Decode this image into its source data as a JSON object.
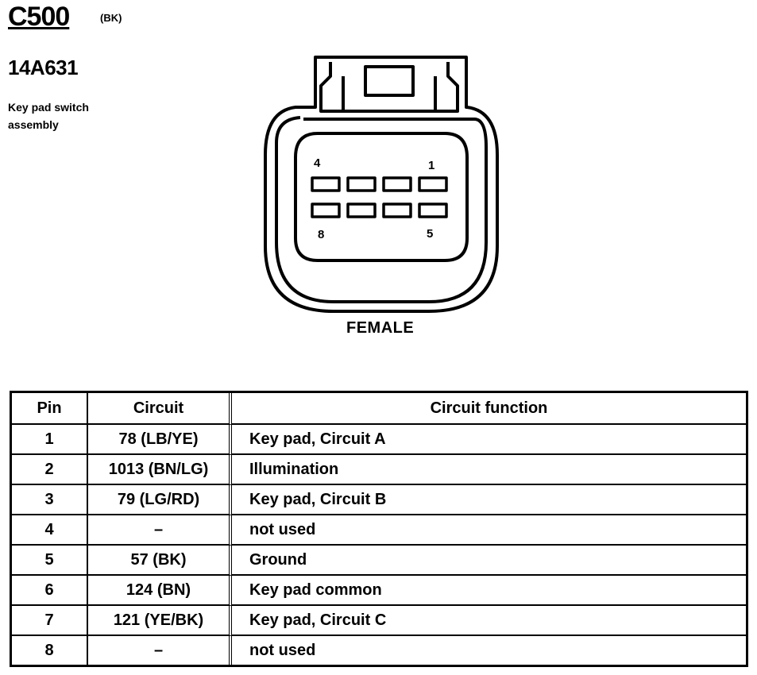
{
  "connector": {
    "id": "C500",
    "color": "(BK)",
    "part_number": "14A631",
    "description_line1": "Key pad switch",
    "description_line2": "assembly",
    "gender": "FEMALE",
    "pin_labels": {
      "top_left": "4",
      "top_right": "1",
      "bottom_left": "8",
      "bottom_right": "5"
    }
  },
  "table": {
    "headers": {
      "pin": "Pin",
      "circuit": "Circuit",
      "function": "Circuit function"
    },
    "rows": [
      {
        "pin": "1",
        "circuit": "78 (LB/YE)",
        "function": "Key pad, Circuit A"
      },
      {
        "pin": "2",
        "circuit": "1013 (BN/LG)",
        "function": "Illumination"
      },
      {
        "pin": "3",
        "circuit": "79 (LG/RD)",
        "function": "Key pad, Circuit B"
      },
      {
        "pin": "4",
        "circuit": "–",
        "function": "not used"
      },
      {
        "pin": "5",
        "circuit": "57 (BK)",
        "function": "Ground"
      },
      {
        "pin": "6",
        "circuit": "124 (BN)",
        "function": "Key pad common"
      },
      {
        "pin": "7",
        "circuit": "121 (YE/BK)",
        "function": "Key pad, Circuit C"
      },
      {
        "pin": "8",
        "circuit": "–",
        "function": "not used"
      }
    ]
  }
}
